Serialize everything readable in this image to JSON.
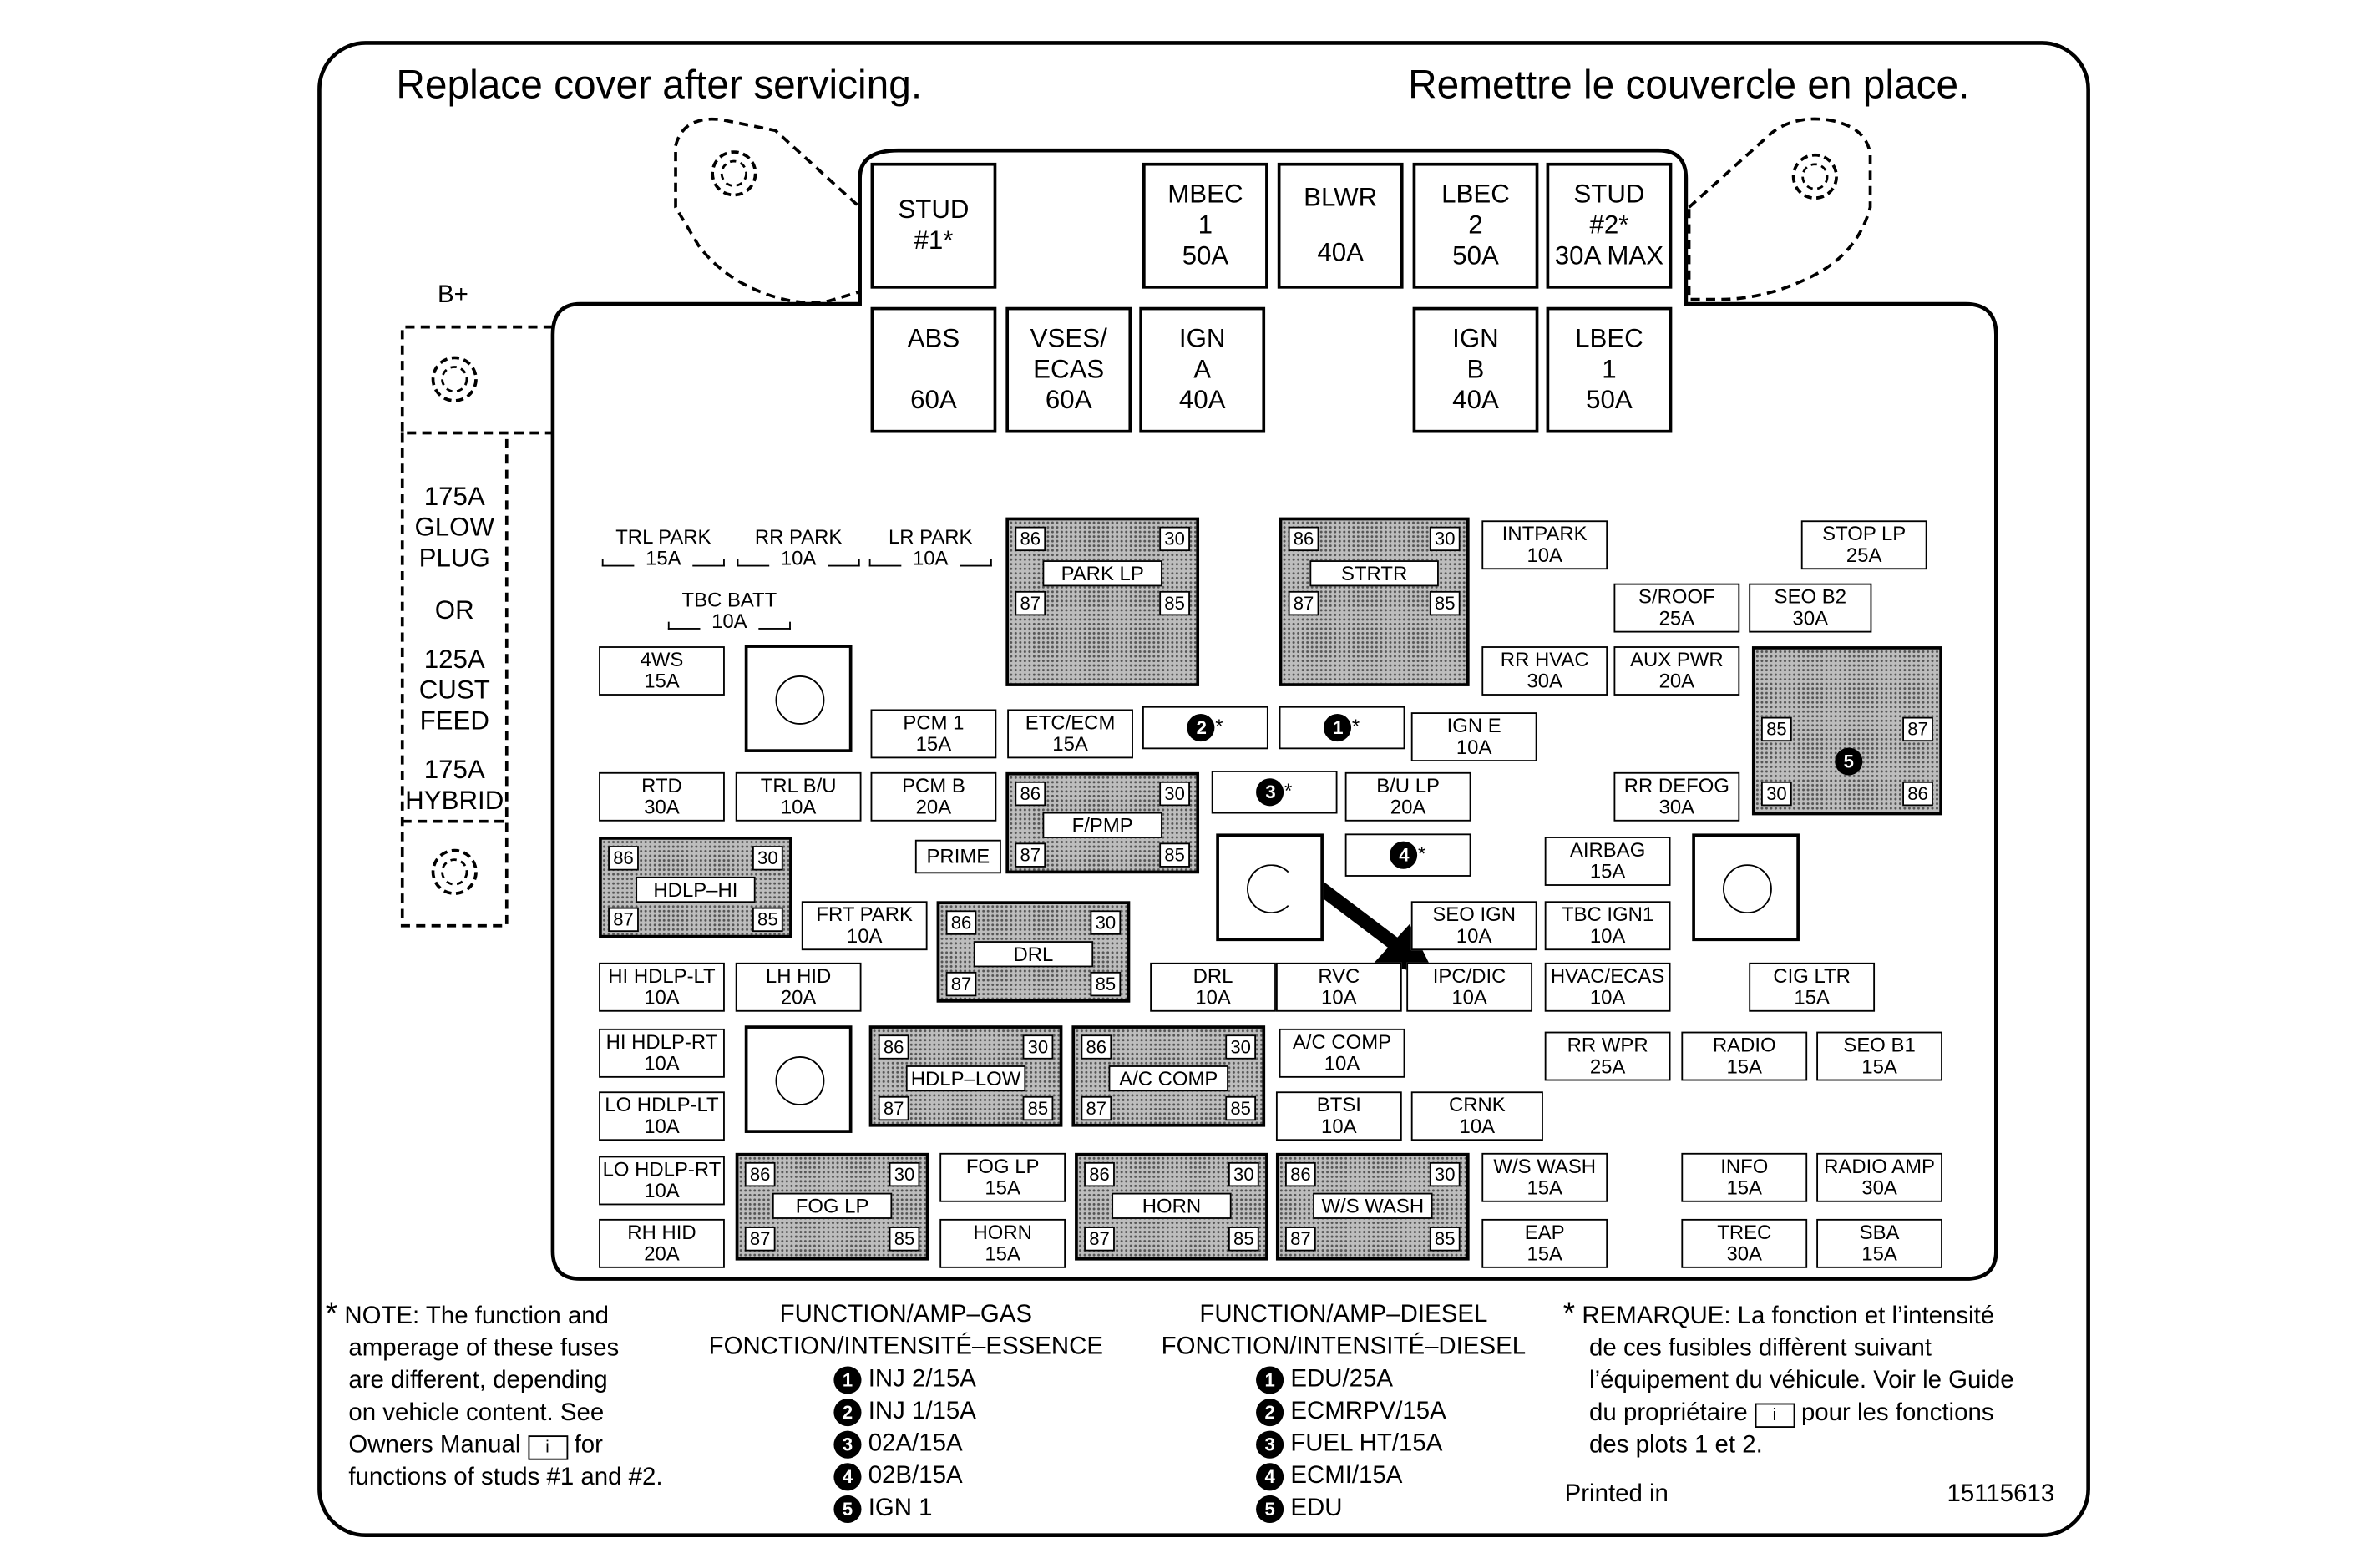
{
  "header": {
    "left": "Replace cover after servicing.",
    "right": "Remettre le couvercle en place."
  },
  "side": {
    "bplus": "B+",
    "l1": "175A",
    "l2": "GLOW",
    "l3": "PLUG",
    "or": "OR",
    "l4": "125A",
    "l5": "CUST",
    "l6": "FEED",
    "l7": "175A",
    "l8": "HYBRID"
  },
  "maxi_top": {
    "stud1_a": "STUD",
    "stud1_b": "#1*",
    "mbec1_a": "MBEC",
    "mbec1_b": "1",
    "mbec1_c": "50A",
    "blwr_a": "BLWR",
    "blwr_b": "40A",
    "lbec2_a": "LBEC",
    "lbec2_b": "2",
    "lbec2_c": "50A",
    "stud2_a": "STUD",
    "stud2_b": "#2*",
    "stud2_c": "30A MAX"
  },
  "maxi_row2": {
    "abs_a": "ABS",
    "abs_b": "60A",
    "vses_a": "VSES/",
    "vses_b": "ECAS",
    "vses_c": "60A",
    "igna_a": "IGN",
    "igna_b": "A",
    "igna_c": "40A",
    "ignb_a": "IGN",
    "ignb_b": "B",
    "ignb_c": "40A",
    "lbec1_a": "LBEC",
    "lbec1_b": "1",
    "lbec1_c": "50A"
  },
  "fuses": {
    "trl_park": [
      "TRL PARK",
      "15A"
    ],
    "rr_park": [
      "RR PARK",
      "10A"
    ],
    "lr_park": [
      "LR PARK",
      "10A"
    ],
    "tbc_batt": [
      "TBC BATT",
      "10A"
    ],
    "intpark": [
      "INTPARK",
      "10A"
    ],
    "stop_lp": [
      "STOP LP",
      "25A"
    ],
    "sroof": [
      "S/ROOF",
      "25A"
    ],
    "seo_b2": [
      "SEO B2",
      "30A"
    ],
    "fws": [
      "4WS",
      "15A"
    ],
    "rr_hvac": [
      "RR HVAC",
      "30A"
    ],
    "aux_pwr": [
      "AUX PWR",
      "20A"
    ],
    "pcm1": [
      "PCM 1",
      "15A"
    ],
    "etc_ecm": [
      "ETC/ECM",
      "15A"
    ],
    "ign_e": [
      "IGN E",
      "10A"
    ],
    "rtd": [
      "RTD",
      "30A"
    ],
    "trl_bu": [
      "TRL B/U",
      "10A"
    ],
    "pcm_b": [
      "PCM B",
      "20A"
    ],
    "bu_lp": [
      "B/U LP",
      "20A"
    ],
    "rr_defog": [
      "RR DEFOG",
      "30A"
    ],
    "prime": "PRIME",
    "airbag": [
      "AIRBAG",
      "15A"
    ],
    "frt_park": [
      "FRT PARK",
      "10A"
    ],
    "seo_ign": [
      "SEO IGN",
      "10A"
    ],
    "tbc_ign1": [
      "TBC IGN1",
      "10A"
    ],
    "hi_hdlp_lt": [
      "HI HDLP-LT",
      "10A"
    ],
    "lh_hid": [
      "LH HID",
      "20A"
    ],
    "drl_f": [
      "DRL",
      "10A"
    ],
    "rvc": [
      "RVC",
      "10A"
    ],
    "ipc_dic": [
      "IPC/DIC",
      "10A"
    ],
    "hvac_ecas": [
      "HVAC/ECAS",
      "10A"
    ],
    "cig_ltr": [
      "CIG LTR",
      "15A"
    ],
    "hi_hdlp_rt": [
      "HI HDLP-RT",
      "10A"
    ],
    "ac_comp_f": [
      "A/C COMP",
      "10A"
    ],
    "rr_wpr": [
      "RR WPR",
      "25A"
    ],
    "radio": [
      "RADIO",
      "15A"
    ],
    "seo_b1": [
      "SEO B1",
      "15A"
    ],
    "lo_hdlp_lt": [
      "LO HDLP-LT",
      "10A"
    ],
    "btsi": [
      "BTSI",
      "10A"
    ],
    "crnk": [
      "CRNK",
      "10A"
    ],
    "lo_hdlp_rt": [
      "LO HDLP-RT",
      "10A"
    ],
    "fog_lp_f": [
      "FOG LP",
      "15A"
    ],
    "ws_wash_f": [
      "W/S WASH",
      "15A"
    ],
    "info": [
      "INFO",
      "15A"
    ],
    "radio_amp": [
      "RADIO AMP",
      "30A"
    ],
    "rh_hid": [
      "RH HID",
      "20A"
    ],
    "horn_f": [
      "HORN",
      "15A"
    ],
    "eap": [
      "EAP",
      "15A"
    ],
    "trec": [
      "TREC",
      "30A"
    ],
    "sba": [
      "SBA",
      "15A"
    ]
  },
  "relays": {
    "park_lp": "PARK LP",
    "strtr": "STRTR",
    "f_pmp": "F/PMP",
    "hdlp_hi": "HDLP–HI",
    "drl": "DRL",
    "hdlp_low": "HDLP–LOW",
    "ac_comp": "A/C COMP",
    "fog_lp": "FOG LP",
    "horn": "HORN",
    "ws_wash": "W/S WASH"
  },
  "pins": {
    "p86": "86",
    "p30": "30",
    "p87": "87",
    "p85": "85"
  },
  "markers": {
    "m1": "1",
    "m2": "2",
    "m3": "3",
    "m4": "4",
    "m5": "5",
    "star": "*"
  },
  "notes": {
    "en": [
      "NOTE:  The function and",
      "amperage of these fuses",
      "are different, depending",
      "on vehicle content.  See",
      "Owners Manual",
      "for",
      "functions of studs #1 and #2."
    ],
    "gas_title1": "FUNCTION/AMP–GAS",
    "gas_title2": "FONCTION/INTENSITÉ–ESSENCE",
    "gas": [
      "INJ 2/15A",
      "INJ 1/15A",
      "02A/15A",
      "02B/15A",
      "IGN 1"
    ],
    "diesel_title1": "FUNCTION/AMP–DIESEL",
    "diesel_title2": "FONCTION/INTENSITÉ–DIESEL",
    "diesel": [
      "EDU/25A",
      "ECMRPV/15A",
      "FUEL HT/15A",
      "ECMI/15A",
      "EDU"
    ],
    "fr": [
      "REMARQUE:  La fonction et l’intensité",
      "de ces fusibles diffèrent suivant",
      "l’équipement du véhicule. Voir le Guide",
      "du propriétaire",
      "pour les fonctions",
      "des plots 1 et 2."
    ],
    "printed": "Printed in",
    "partno": "15115613"
  }
}
